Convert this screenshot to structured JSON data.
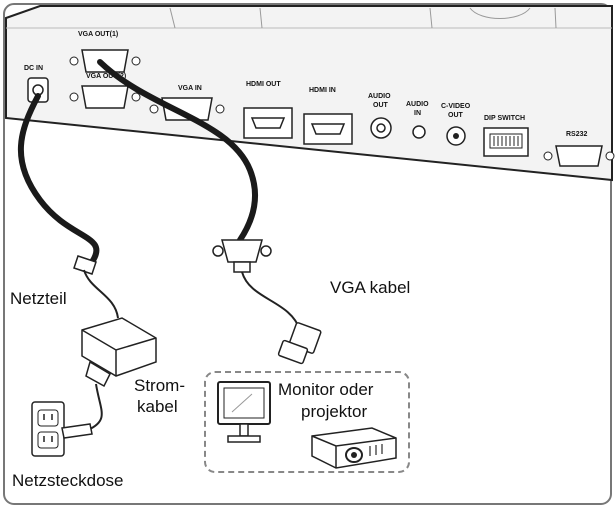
{
  "ports": {
    "dc_in": "DC IN",
    "vga_out_1": "VGA OUT(1)",
    "vga_out_2": "VGA OUT(2)",
    "vga_in": "VGA IN",
    "hdmi_out": "HDMI OUT",
    "hdmi_in": "HDMI IN",
    "audio_out_1": "AUDIO",
    "audio_out_2": "OUT",
    "audio_in_1": "AUDIO",
    "audio_in_2": "IN",
    "cvideo_1": "C-VIDEO",
    "cvideo_2": "OUT",
    "dip_switch": "DIP SWITCH",
    "rs232": "RS232"
  },
  "labels": {
    "netzteil": "Netzteil",
    "vga_kabel": "VGA kabel",
    "strom_line1": "Strom-",
    "strom_line2": "kabel",
    "monitor_line1": "Monitor oder",
    "monitor_line2": "projektor",
    "netzsteckdose": "Netzsteckdose"
  },
  "colors": {
    "panel": "#f2f2f2",
    "outline": "#222222",
    "cable": "#1a1a1a",
    "frame": "#777777",
    "dashed_box": "#888888"
  }
}
